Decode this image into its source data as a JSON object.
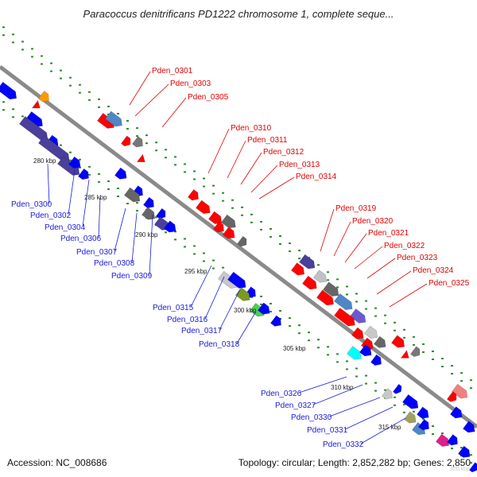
{
  "title": "Paracoccus denitrificans PD1222 chromosome 1, complete seque...",
  "footer": {
    "accession": "Accession: NC_008686",
    "summary": "Topology: circular; Length: 2,852,282 bp; Genes: 2,850"
  },
  "colors": {
    "forward_label": "#e00000",
    "reverse_label": "#1a1adc",
    "backbone": "#8a8a8a",
    "track_dots": "#2e8b2e"
  },
  "position_ticks": [
    "280 kbp",
    "285 kbp",
    "290 kbp",
    "295 kbp",
    "300 kbp",
    "305 kbp",
    "310 kbp",
    "315 kbp"
  ],
  "forward_gene_labels": [
    "Pden_0301",
    "Pden_0303",
    "Pden_0305",
    "Pden_0310",
    "Pden_0311",
    "Pden_0312",
    "Pden_0313",
    "Pden_0314",
    "Pden_0319",
    "Pden_0320",
    "Pden_0321",
    "Pden_0322",
    "Pden_0323",
    "Pden_0324",
    "Pden_0325"
  ],
  "reverse_gene_labels": [
    "Pden_0300",
    "Pden_0302",
    "Pden_0304",
    "Pden_0306",
    "Pden_0307",
    "Pden_0308",
    "Pden_0309",
    "Pden_0315",
    "Pden_0316",
    "Pden_0317",
    "Pden_0318",
    "Pden_0326",
    "Pden_0327",
    "Pden_0330",
    "Pden_0331",
    "Pden_0332"
  ],
  "faint_corner_tick": "320 kbp"
}
